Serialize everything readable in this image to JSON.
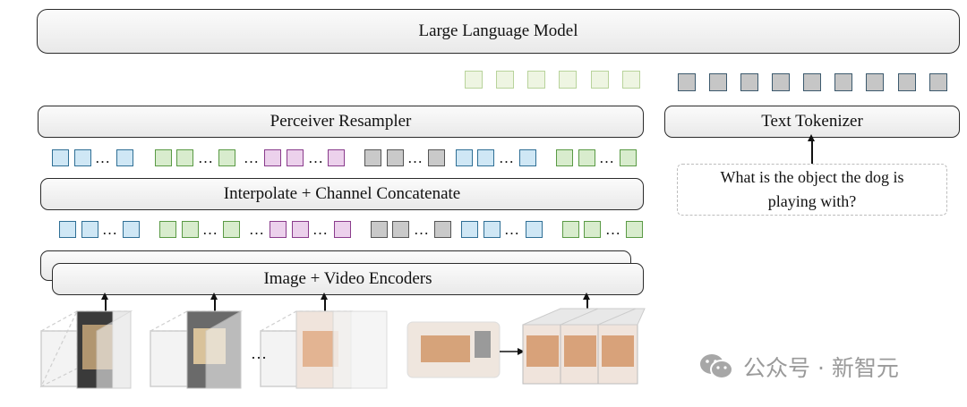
{
  "llm_label": "Large Language Model",
  "perceiver_label": "Perceiver Resampler",
  "interp_label": "Interpolate + Channel Concatenate",
  "encoder_label": "Image + Video Encoders",
  "tokenizer_label": "Text Tokenizer",
  "prompt_text": "What is the object the dog is playing with?",
  "ellipsis": "…",
  "watermark": "公众号 · 新智元",
  "colors": {
    "blue": "#cfe7f5",
    "green": "#d8eccd",
    "pink": "#ecd1ec",
    "gray": "#c9c9c9",
    "visual_tokens": "#eef5e2",
    "text_tokens": "#c6c6c6"
  }
}
